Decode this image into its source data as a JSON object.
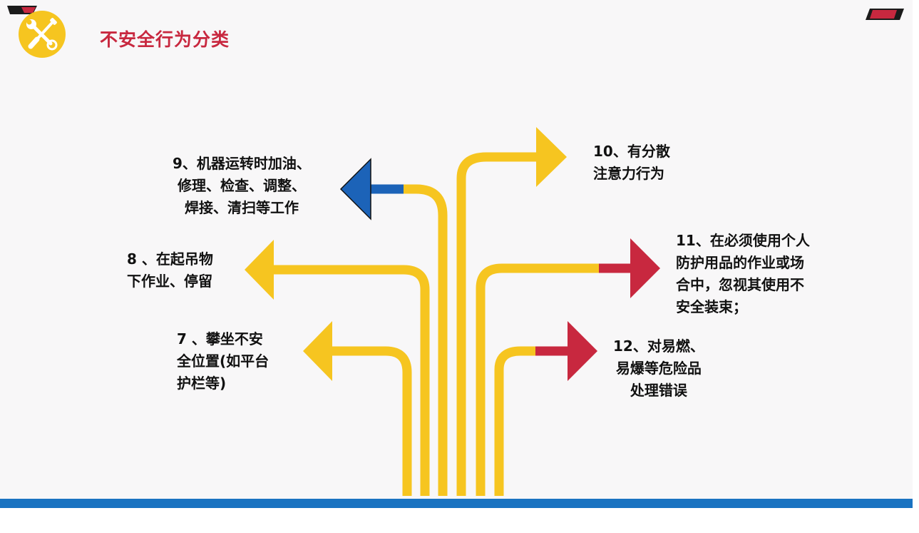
{
  "header": {
    "title": "不安全行为分类",
    "icon": "tools-icon"
  },
  "colors": {
    "yellow": "#F6C520",
    "blue": "#1C63B8",
    "red": "#C8283F",
    "title_red": "#C8283F",
    "bar_blue": "#1A73C1",
    "text": "#111111"
  },
  "items": [
    {
      "id": "item-7",
      "lines": [
        "7 、攀坐不安",
        "全位置(如平台",
        "护栏等)"
      ],
      "arrow_color": "yellow",
      "direction": "left"
    },
    {
      "id": "item-8",
      "lines": [
        "8 、在起吊物",
        "下作业、停留"
      ],
      "arrow_color": "yellow",
      "direction": "left"
    },
    {
      "id": "item-9",
      "lines": [
        "9、机器运转时加油、",
        "修理、检查、调整、",
        "焊接、清扫等工作"
      ],
      "arrow_color": "blue",
      "direction": "left"
    },
    {
      "id": "item-10",
      "lines": [
        "10、有分散",
        "注意力行为"
      ],
      "arrow_color": "yellow",
      "direction": "right"
    },
    {
      "id": "item-11",
      "lines": [
        "11、在必须使用个人",
        "防护用品的作业或场",
        "合中，忽视其使用不",
        "安全装束；"
      ],
      "arrow_color": "red",
      "direction": "right"
    },
    {
      "id": "item-12",
      "lines": [
        "12、对易燃、",
        "易爆等危险品",
        "处理错误"
      ],
      "arrow_color": "red",
      "direction": "right"
    }
  ]
}
